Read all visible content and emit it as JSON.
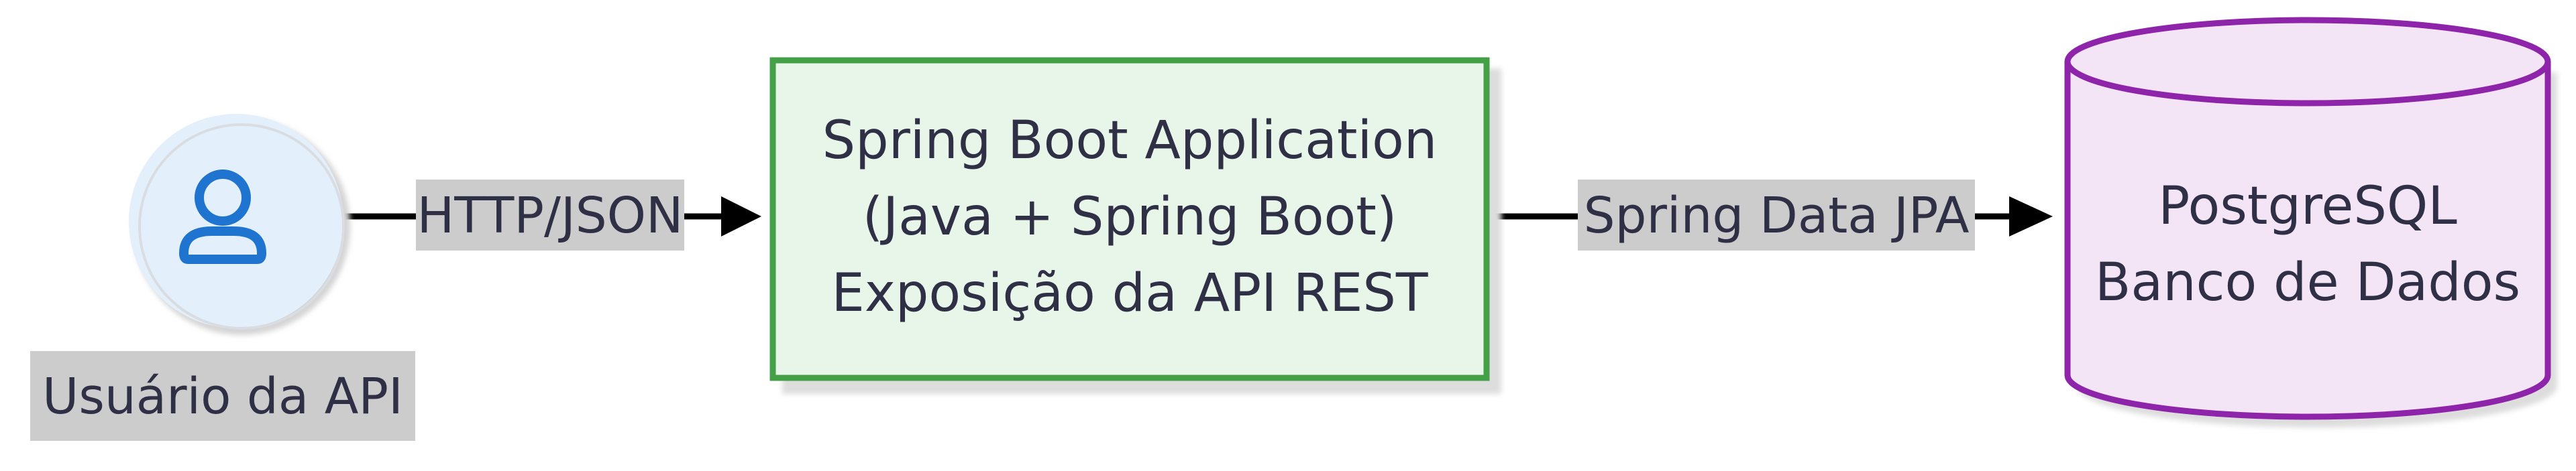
{
  "nodes": {
    "user": {
      "label": "Usuário da API",
      "icon": "user-icon"
    },
    "app": {
      "lines": [
        "Spring Boot Application",
        "(Java + Spring Boot)",
        "Exposição da API REST"
      ]
    },
    "db": {
      "lines": [
        "PostgreSQL",
        "Banco de Dados"
      ]
    }
  },
  "edges": [
    {
      "from": "user",
      "to": "app",
      "label": "HTTP/JSON"
    },
    {
      "from": "app",
      "to": "db",
      "label": "Spring Data JPA"
    }
  ],
  "colors": {
    "user_circle_fill": "#e3f0fb",
    "user_icon": "#1f74d0",
    "app_border": "#43a047",
    "app_fill": "#e8f5e9",
    "db_border": "#8e24aa",
    "db_fill": "#f3e5f5",
    "label_bg": "#cccccc",
    "text": "#2f2f46",
    "edge": "#000000"
  }
}
